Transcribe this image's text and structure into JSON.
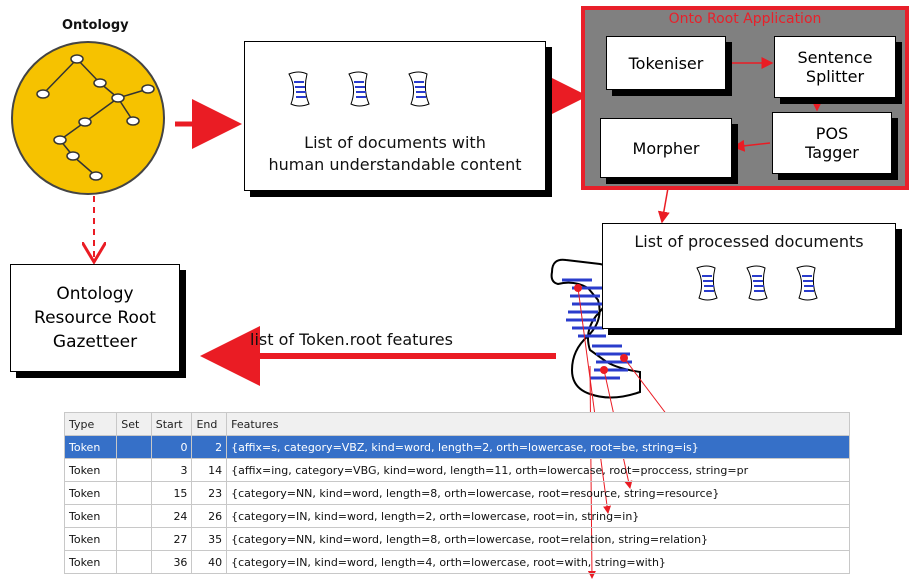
{
  "ontology_label": "Ontology",
  "doc_list_box": {
    "line1": "List of documents with",
    "line2": "human understandable content"
  },
  "app": {
    "title": "Onto Root Application",
    "tokeniser": "Tokeniser",
    "sentence_splitter": {
      "line1": "Sentence",
      "line2": "Splitter"
    },
    "pos_tagger": {
      "line1": "POS",
      "line2": "Tagger"
    },
    "morpher": "Morpher",
    "colors": {
      "frame": "#e8202a",
      "panel": "#808080"
    }
  },
  "processed_box": {
    "title": "List of  processed documents"
  },
  "gazetteer": {
    "line1": "Ontology",
    "line2": "Resource Root",
    "line3": "Gazetteer"
  },
  "arrow_label": "list of Token.root features",
  "colors": {
    "arrow": "#ea1c24",
    "ontology_fill": "#f6c200",
    "doc_lines": "#2a3ccc",
    "selection": "#3670c8"
  },
  "table": {
    "headers": [
      "Type",
      "Set",
      "Start",
      "End",
      "Features"
    ],
    "rows": [
      {
        "type": "Token",
        "set": "",
        "start": "0",
        "end": "2",
        "features": "{affix=s, category=VBZ, kind=word, length=2, orth=lowercase, root=be, string=is}",
        "selected": true
      },
      {
        "type": "Token",
        "set": "",
        "start": "3",
        "end": "14",
        "features": "{affix=ing, category=VBG, kind=word, length=11, orth=lowercase, root=proccess, string=pr"
      },
      {
        "type": "Token",
        "set": "",
        "start": "15",
        "end": "23",
        "features": "{category=NN, kind=word, length=8, orth=lowercase, root=resource, string=resource}"
      },
      {
        "type": "Token",
        "set": "",
        "start": "24",
        "end": "26",
        "features": "{category=IN, kind=word, length=2, orth=lowercase, root=in, string=in}"
      },
      {
        "type": "Token",
        "set": "",
        "start": "27",
        "end": "35",
        "features": "{category=NN, kind=word, length=8, orth=lowercase, root=relation, string=relation}"
      },
      {
        "type": "Token",
        "set": "",
        "start": "36",
        "end": "40",
        "features": "{category=IN, kind=word, length=4, orth=lowercase, root=with, string=with}"
      }
    ]
  }
}
